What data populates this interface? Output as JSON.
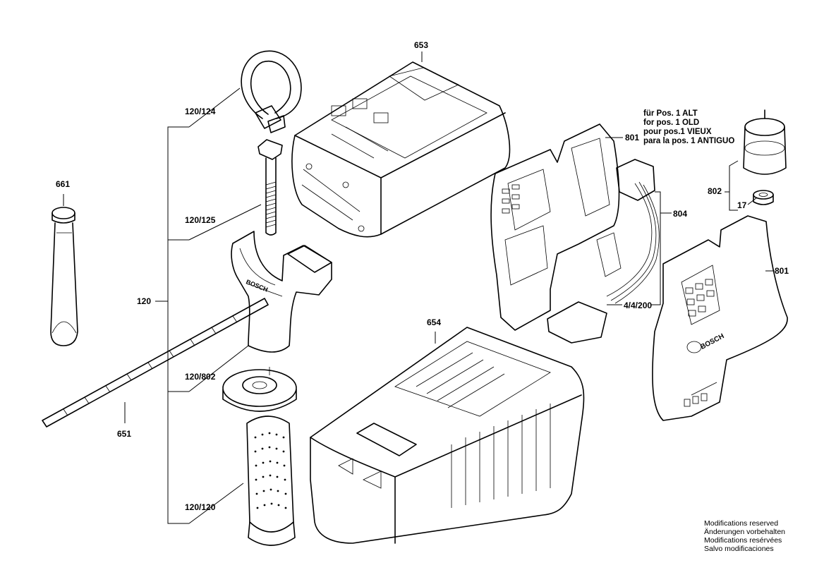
{
  "labels": {
    "p653": "653",
    "p661": "661",
    "p120_124": "120/124",
    "p120_125": "120/125",
    "p120": "120",
    "p120_802": "120/802",
    "p651": "651",
    "p120_120": "120/120",
    "p654": "654",
    "p801a": "801",
    "p801b": "801",
    "p804": "804",
    "p4_4_200": "4/4/200",
    "p802": "802",
    "p17": "17"
  },
  "position_note": [
    "für Pos. 1 ALT",
    "for pos. 1 OLD",
    "pour pos.1 VIEUX",
    "para la pos. 1 ANTIGUO"
  ],
  "modifications": [
    "Modifications reserved",
    "Änderungen vorbehalten",
    "Modifications resérvées",
    "Salvo modificaciones"
  ],
  "brand": "BOSCH"
}
